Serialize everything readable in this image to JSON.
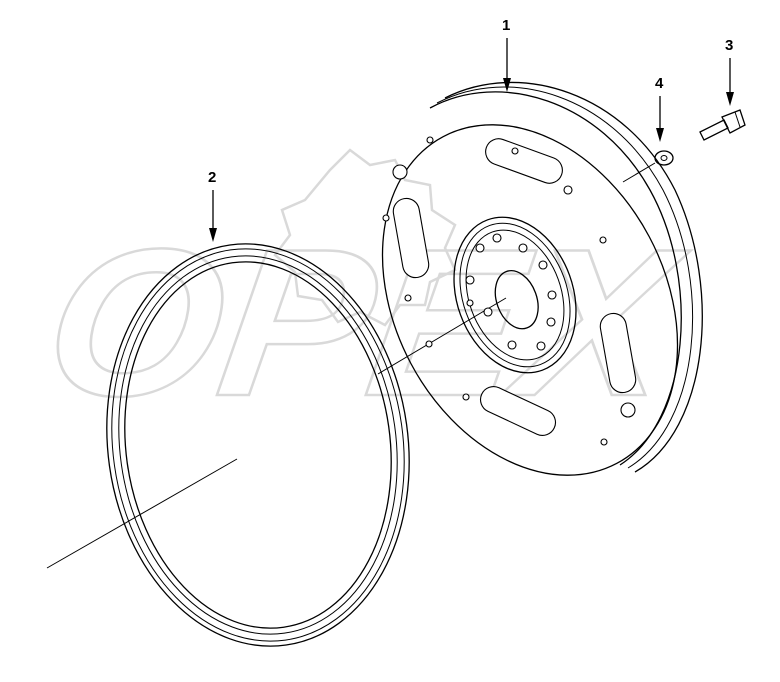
{
  "diagram": {
    "watermark": "OPEX",
    "callouts": [
      {
        "id": "1",
        "label": "1",
        "part": "flexplate"
      },
      {
        "id": "2",
        "label": "2",
        "part": "ring-gear"
      },
      {
        "id": "3",
        "label": "3",
        "part": "bolt"
      },
      {
        "id": "4",
        "label": "4",
        "part": "washer"
      }
    ],
    "line_color": "#000000",
    "watermark_color": "#d9d9d9"
  }
}
